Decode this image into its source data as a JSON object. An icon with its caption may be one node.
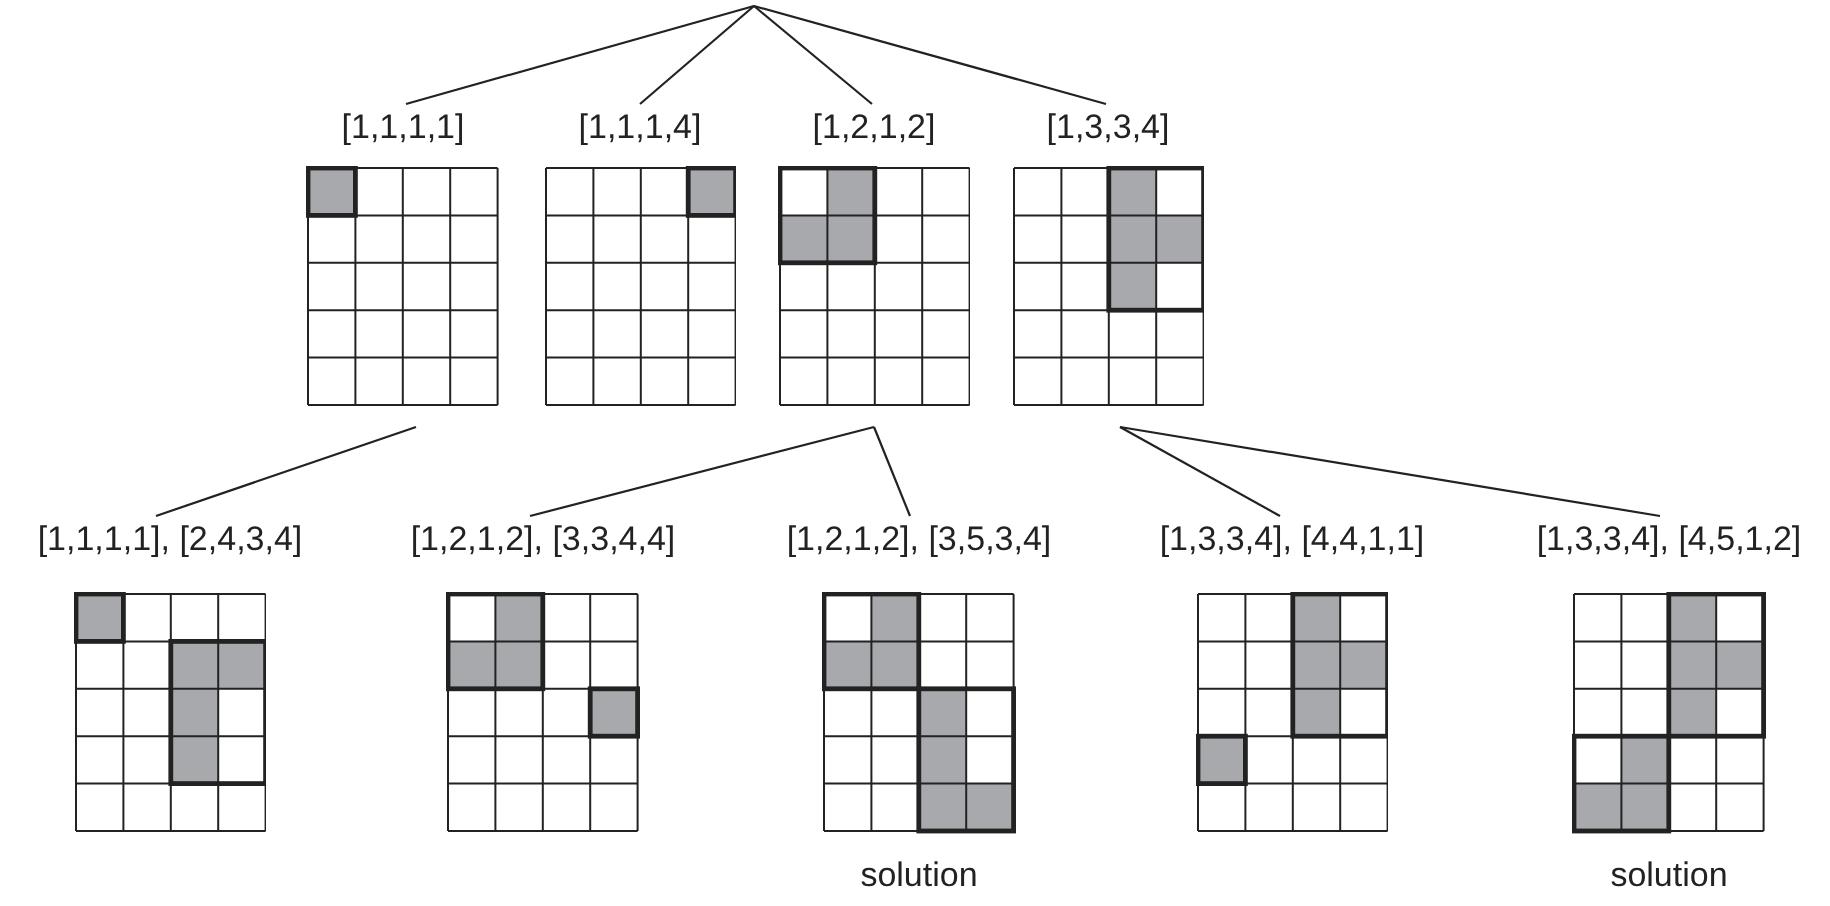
{
  "diagram": {
    "nodes": [
      {
        "text": [
          "[1,1,1,1]"
        ]
      },
      {
        "text": [
          "[1,1,1,4]"
        ]
      },
      {
        "text": [
          "[1,2,1,2]"
        ]
      },
      {
        "text": [
          "[1,3,3,4]"
        ]
      },
      {
        "text": [
          "[1,1,1,1], [2,4,3,4]"
        ]
      },
      {
        "text": [
          "[1,2,1,2], [3,3,4,4]"
        ]
      },
      {
        "text": [
          "[1,2,1,2], [3,5,3,4]"
        ],
        "beside": [
          "solution"
        ]
      },
      {
        "text": [
          "[1,3,3,4], [4,4,1,1]"
        ]
      },
      {
        "text": [
          "[1,3,3,4], [4,5,1,2]"
        ],
        "beside": [
          "solution"
        ]
      }
    ],
    "edges": [
      {
        "from": null,
        "to": 0,
        "arrow": "none"
      },
      {
        "from": null,
        "to": 1,
        "arrow": "none"
      },
      {
        "from": null,
        "to": 2,
        "arrow": "none"
      },
      {
        "from": null,
        "to": 3,
        "arrow": "none"
      },
      {
        "from": 0,
        "to": 4,
        "arrow": "none"
      },
      {
        "from": 2,
        "to": 5,
        "arrow": "none"
      },
      {
        "from": 2,
        "to": 6,
        "arrow": "none"
      },
      {
        "from": 3,
        "to": 7,
        "arrow": "none"
      },
      {
        "from": 3,
        "to": 8,
        "arrow": "none"
      }
    ]
  }
}
